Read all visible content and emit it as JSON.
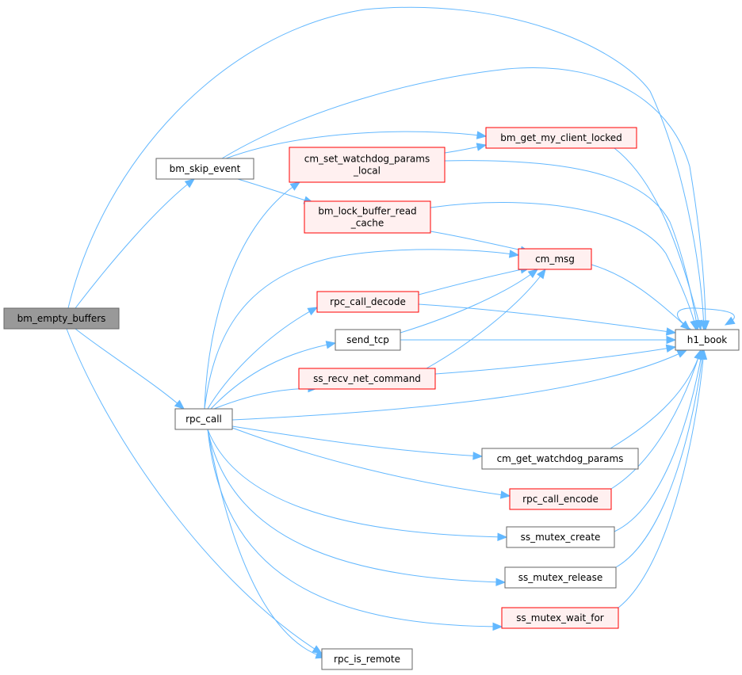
{
  "colors": {
    "edge": "#63b8ff",
    "root_fill": "#999999",
    "root_stroke": "#666666",
    "plain_fill": "#ffffff",
    "plain_stroke": "#666666",
    "warn_fill": "#fff0f0",
    "warn_stroke": "#ff0000"
  },
  "nodes": {
    "bm_empty_buffers": {
      "label": [
        "bm_empty_buffers"
      ],
      "style": "root"
    },
    "bm_skip_event": {
      "label": [
        "bm_skip_event"
      ],
      "style": "plain"
    },
    "rpc_call": {
      "label": [
        "rpc_call"
      ],
      "style": "plain"
    },
    "h1_book": {
      "label": [
        "h1_book"
      ],
      "style": "plain"
    },
    "bm_get_my_client_locked": {
      "label": [
        "bm_get_my_client_locked"
      ],
      "style": "warn"
    },
    "cm_set_watchdog_params_local": {
      "label": [
        "cm_set_watchdog_params",
        "_local"
      ],
      "style": "warn"
    },
    "bm_lock_buffer_read_cache": {
      "label": [
        "bm_lock_buffer_read",
        "_cache"
      ],
      "style": "warn"
    },
    "cm_msg": {
      "label": [
        "cm_msg"
      ],
      "style": "warn"
    },
    "rpc_call_decode": {
      "label": [
        "rpc_call_decode"
      ],
      "style": "warn"
    },
    "send_tcp": {
      "label": [
        "send_tcp"
      ],
      "style": "plain"
    },
    "ss_recv_net_command": {
      "label": [
        "ss_recv_net_command"
      ],
      "style": "warn"
    },
    "cm_get_watchdog_params": {
      "label": [
        "cm_get_watchdog_params"
      ],
      "style": "plain"
    },
    "rpc_call_encode": {
      "label": [
        "rpc_call_encode"
      ],
      "style": "warn"
    },
    "ss_mutex_create": {
      "label": [
        "ss_mutex_create"
      ],
      "style": "plain"
    },
    "ss_mutex_release": {
      "label": [
        "ss_mutex_release"
      ],
      "style": "plain"
    },
    "ss_mutex_wait_for": {
      "label": [
        "ss_mutex_wait_for"
      ],
      "style": "warn"
    },
    "rpc_is_remote": {
      "label": [
        "rpc_is_remote"
      ],
      "style": "plain"
    }
  },
  "edges": [
    [
      "bm_empty_buffers",
      "h1_book"
    ],
    [
      "bm_empty_buffers",
      "bm_skip_event"
    ],
    [
      "bm_empty_buffers",
      "rpc_call"
    ],
    [
      "bm_empty_buffers",
      "rpc_is_remote"
    ],
    [
      "bm_skip_event",
      "h1_book"
    ],
    [
      "bm_skip_event",
      "bm_get_my_client_locked"
    ],
    [
      "bm_skip_event",
      "bm_lock_buffer_read_cache"
    ],
    [
      "bm_get_my_client_locked",
      "h1_book"
    ],
    [
      "cm_set_watchdog_params_local",
      "bm_get_my_client_locked"
    ],
    [
      "cm_set_watchdog_params_local",
      "h1_book"
    ],
    [
      "bm_lock_buffer_read_cache",
      "h1_book"
    ],
    [
      "bm_lock_buffer_read_cache",
      "cm_msg"
    ],
    [
      "cm_msg",
      "h1_book"
    ],
    [
      "rpc_call_decode",
      "cm_msg"
    ],
    [
      "rpc_call_decode",
      "h1_book"
    ],
    [
      "send_tcp",
      "cm_msg"
    ],
    [
      "send_tcp",
      "h1_book"
    ],
    [
      "ss_recv_net_command",
      "cm_msg"
    ],
    [
      "ss_recv_net_command",
      "h1_book"
    ],
    [
      "h1_book",
      "h1_book"
    ],
    [
      "rpc_call",
      "cm_set_watchdog_params_local"
    ],
    [
      "rpc_call",
      "cm_msg"
    ],
    [
      "rpc_call",
      "rpc_call_decode"
    ],
    [
      "rpc_call",
      "send_tcp"
    ],
    [
      "rpc_call",
      "ss_recv_net_command"
    ],
    [
      "rpc_call",
      "h1_book"
    ],
    [
      "rpc_call",
      "cm_get_watchdog_params"
    ],
    [
      "rpc_call",
      "rpc_call_encode"
    ],
    [
      "rpc_call",
      "ss_mutex_create"
    ],
    [
      "rpc_call",
      "ss_mutex_release"
    ],
    [
      "rpc_call",
      "ss_mutex_wait_for"
    ],
    [
      "rpc_call",
      "rpc_is_remote"
    ],
    [
      "cm_get_watchdog_params",
      "h1_book"
    ],
    [
      "rpc_call_encode",
      "h1_book"
    ],
    [
      "ss_mutex_create",
      "h1_book"
    ],
    [
      "ss_mutex_release",
      "h1_book"
    ],
    [
      "ss_mutex_wait_for",
      "h1_book"
    ]
  ]
}
